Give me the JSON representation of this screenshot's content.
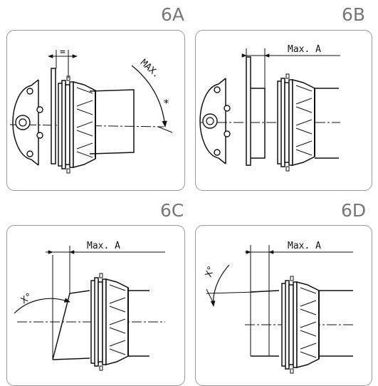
{
  "panels": [
    {
      "id": "6A",
      "label": "6A",
      "annotation": "MAX.",
      "marker": "*",
      "dimension": "="
    },
    {
      "id": "6B",
      "label": "6B",
      "dimension": "Max. A"
    },
    {
      "id": "6C",
      "label": "6C",
      "dimension": "Max. A",
      "angle": "X°"
    },
    {
      "id": "6D",
      "label": "6D",
      "dimension": "Max. A",
      "angle": "X°"
    }
  ],
  "colors": {
    "border": "#9a9a9a",
    "label": "#777777",
    "line": "#111111"
  }
}
